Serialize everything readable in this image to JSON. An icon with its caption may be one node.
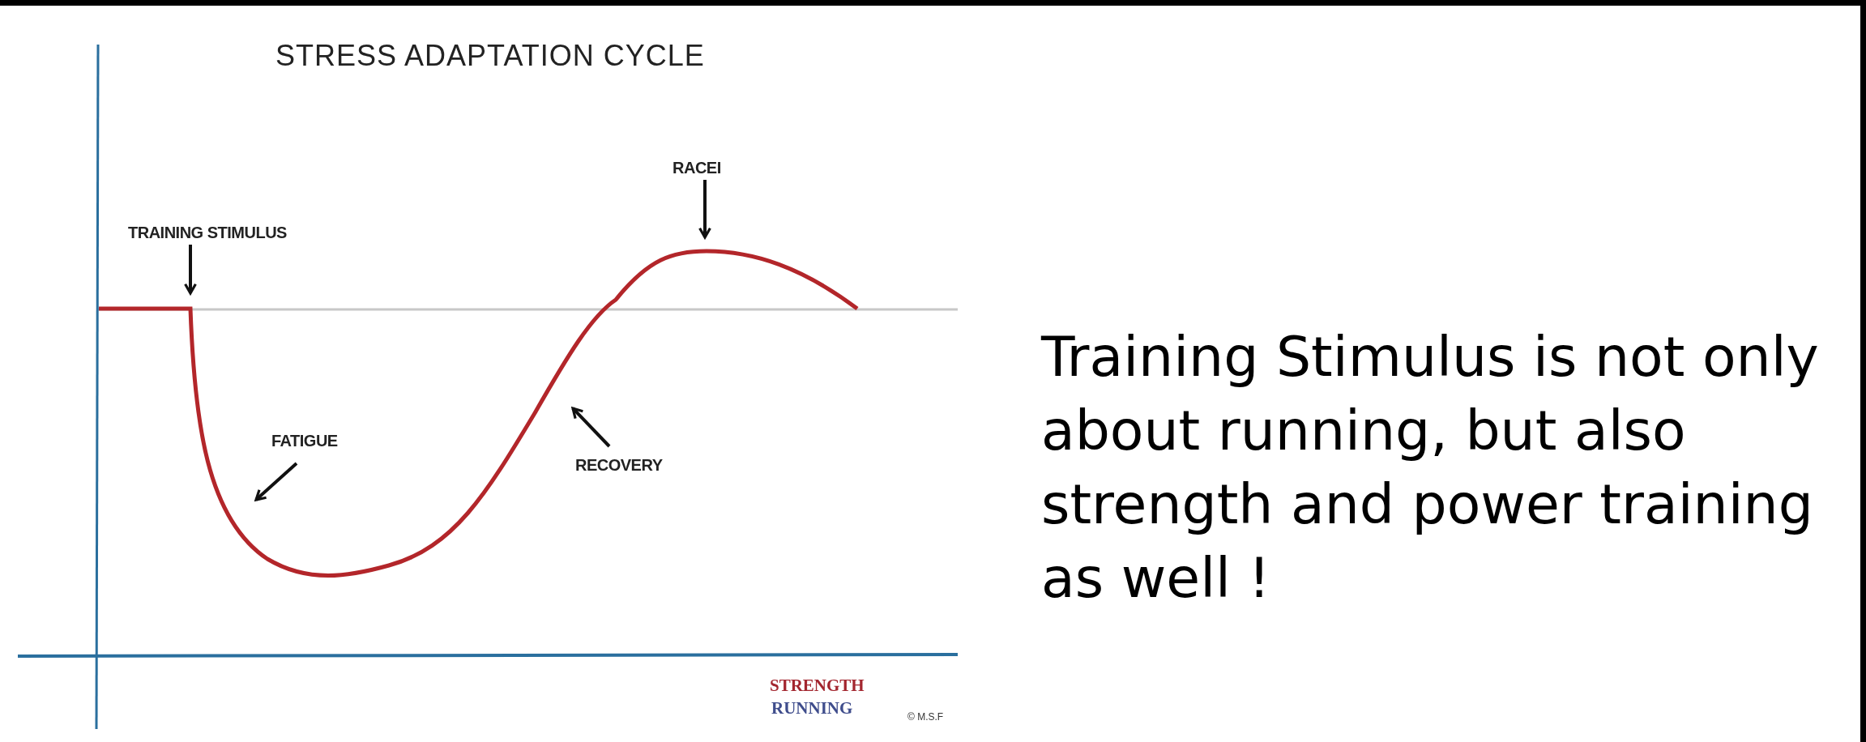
{
  "diagram": {
    "title": "STRESS ADAPTATION CYCLE",
    "nodes": [
      {
        "text": [
          "TRAINING STIMULUS"
        ]
      },
      {
        "text": [
          "FATIGUE"
        ]
      },
      {
        "text": [
          "RECOVERY"
        ]
      },
      {
        "text": [
          "RACEI"
        ]
      }
    ],
    "edges": [
      {
        "from": 0,
        "to": null,
        "arrow": "to"
      },
      {
        "from": 1,
        "to": null,
        "arrow": "to"
      },
      {
        "from": 2,
        "to": null,
        "arrow": "to"
      },
      {
        "from": 3,
        "to": null,
        "arrow": "to"
      }
    ],
    "labels": [
      "STRENGTH",
      "RUNNING",
      "© M.S.F",
      "Training Stimulus is not only about running, but also strength and power training as well !"
    ]
  }
}
